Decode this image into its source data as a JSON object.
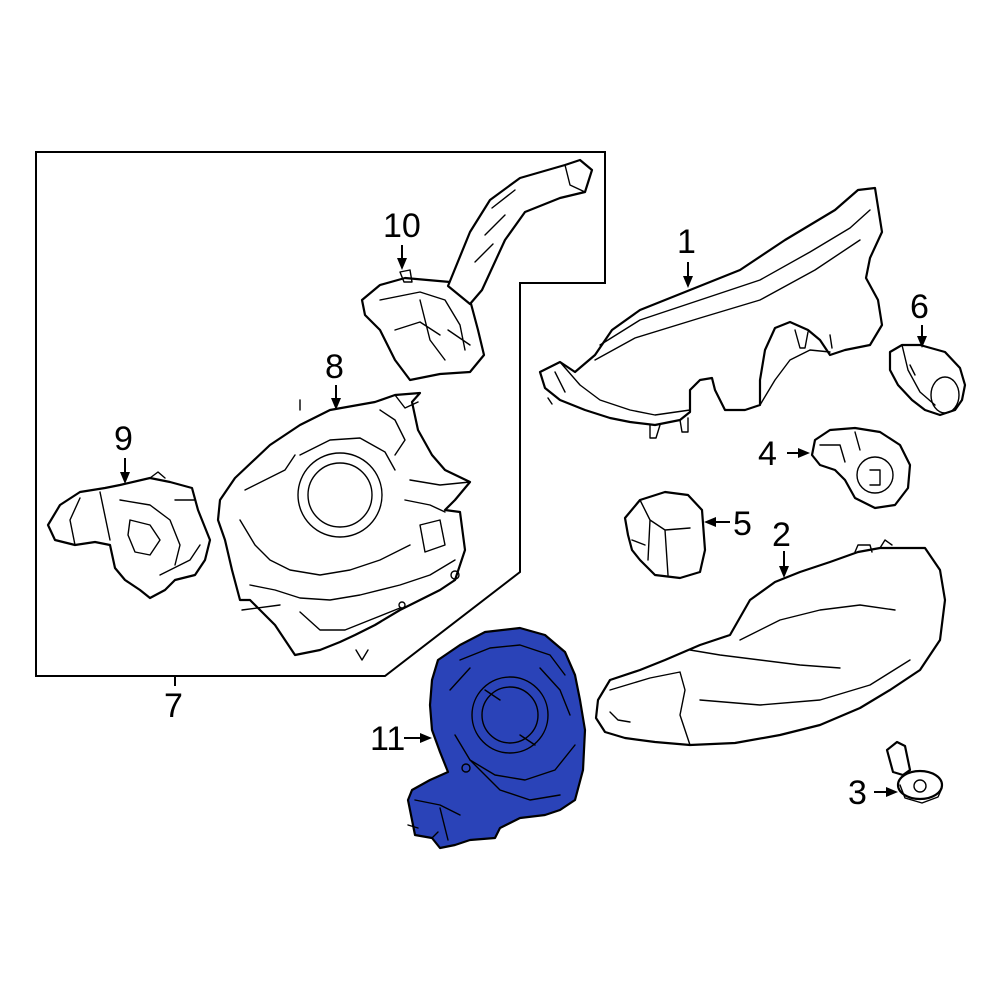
{
  "diagram": {
    "highlight_color": "#2a43b8",
    "callouts": [
      {
        "id": "1",
        "label": "1"
      },
      {
        "id": "2",
        "label": "2"
      },
      {
        "id": "3",
        "label": "3"
      },
      {
        "id": "4",
        "label": "4"
      },
      {
        "id": "5",
        "label": "5"
      },
      {
        "id": "6",
        "label": "6"
      },
      {
        "id": "7",
        "label": "7"
      },
      {
        "id": "8",
        "label": "8"
      },
      {
        "id": "9",
        "label": "9"
      },
      {
        "id": "10",
        "label": "10"
      },
      {
        "id": "11",
        "label": "11"
      }
    ]
  }
}
